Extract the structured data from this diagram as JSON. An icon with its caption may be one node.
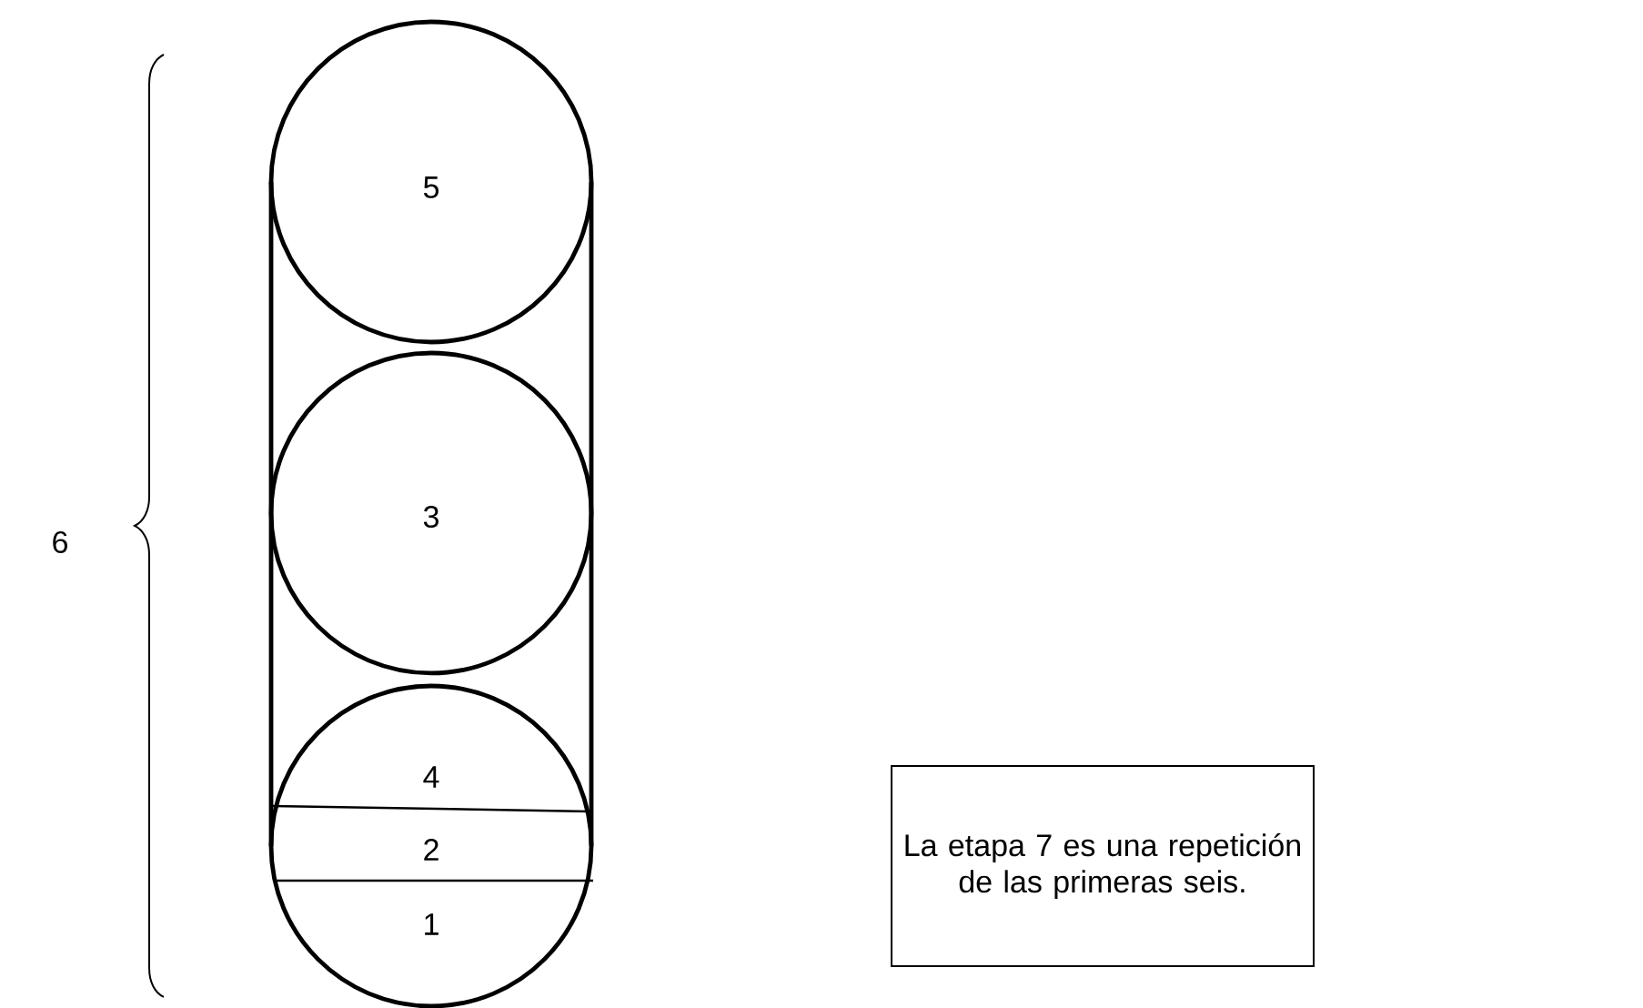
{
  "diagram": {
    "nodes": [
      {
        "text": [
          "5"
        ]
      },
      {
        "text": [
          "3"
        ]
      },
      {
        "text": [
          "4",
          "2",
          "1"
        ]
      },
      {
        "text": [
          "La etapa 7 es una repetición de las primeras seis."
        ]
      }
    ],
    "labels": [
      "6"
    ]
  }
}
